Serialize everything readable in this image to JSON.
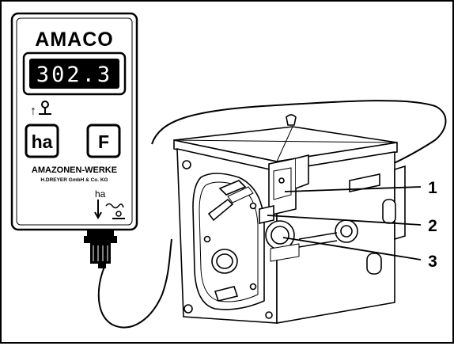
{
  "device": {
    "brand": "AMACO",
    "display_value": "302.3",
    "arrow_symbol": "↑",
    "buttons": [
      {
        "label": "ha"
      },
      {
        "label": "F"
      }
    ],
    "maker_line1": "AMAZONEN-WERKE",
    "maker_line2": "H.DREYER GmbH & Co. KG",
    "sensor_label": "ha"
  },
  "callouts": [
    {
      "number": "1"
    },
    {
      "number": "2"
    },
    {
      "number": "3"
    }
  ],
  "colors": {
    "ink": "#000000",
    "paper": "#ffffff",
    "display": "#000000"
  },
  "icons": [
    "person-arrow-icon",
    "sensor-symbol-icon",
    "plug-connector-icon"
  ]
}
